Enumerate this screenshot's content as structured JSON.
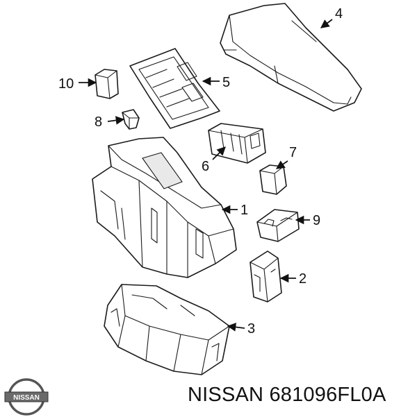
{
  "brand": "NISSAN",
  "part_number": "681096FL0A",
  "logo_text": "NISSAN",
  "callouts": {
    "c1": "1",
    "c2": "2",
    "c3": "3",
    "c4": "4",
    "c5": "5",
    "c6": "6",
    "c7": "7",
    "c8": "8",
    "c9": "9",
    "c10": "10"
  },
  "colors": {
    "line": "#1a1a1a",
    "background": "#ffffff",
    "text": "#111111"
  }
}
